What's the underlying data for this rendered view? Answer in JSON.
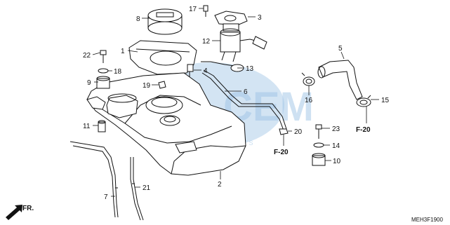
{
  "watermark": {
    "main": "CEM",
    "sub": "MOTORPARTS"
  },
  "callouts": {
    "c1": "1",
    "c2": "2",
    "c3": "3",
    "c4": "4",
    "c5": "5",
    "c6": "6",
    "c7": "7",
    "c8": "8",
    "c9": "9",
    "c10": "10",
    "c11": "11",
    "c12": "12",
    "c13": "13",
    "c14": "14",
    "c15": "15",
    "c16": "16",
    "c17": "17",
    "c18": "18",
    "c19": "19",
    "c20": "20",
    "c21": "21",
    "c22": "22",
    "c23": "23"
  },
  "references": {
    "f20_right": "F-20",
    "f20_mid": "F-20"
  },
  "front_arrow": "FR.",
  "diagram_code": "MEH3F1900"
}
